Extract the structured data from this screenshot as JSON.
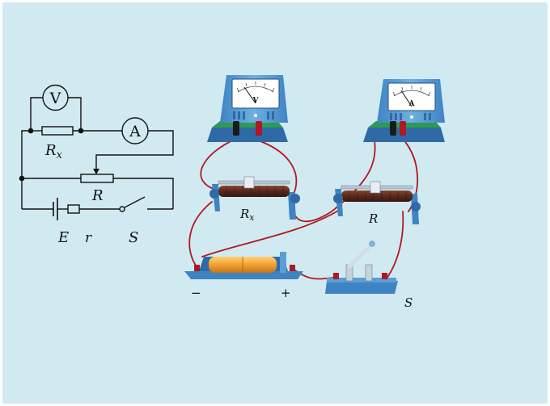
{
  "schematic": {
    "voltmeter_symbol": "V",
    "ammeter_symbol": "A",
    "rx_label": "R",
    "rx_sub": "x",
    "rheostat_label": "R",
    "emf_label": "E",
    "internal_r_label": "r",
    "switch_label": "S"
  },
  "apparatus": {
    "voltmeter_face": "V",
    "ammeter_face": "A",
    "rx_label": "R",
    "rx_sub": "x",
    "rheostat_label": "R",
    "battery_minus": "−",
    "battery_plus": "+",
    "switch_label": "S"
  },
  "colors": {
    "background": "#d1eaf1",
    "meter_body": "#5a9ed4",
    "meter_dark": "#2f6aa6",
    "wire": "#b01822",
    "terminal_board": "#2f9a52",
    "rheostat_coil": "#5a2a1e",
    "battery_cell": "#f2a030"
  }
}
